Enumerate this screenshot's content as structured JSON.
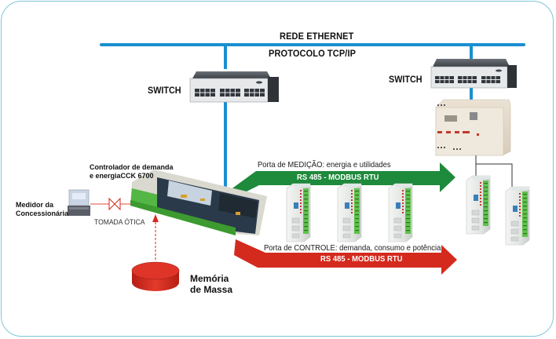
{
  "network": {
    "title": "REDE ETHERNET",
    "protocol": "PROTOCOLO TCP/IP"
  },
  "switches": [
    {
      "label": "SWITCH"
    },
    {
      "label": "SWITCH"
    }
  ],
  "controller": {
    "label_line1": "Controlador de demanda",
    "label_line2": "e energiaCCK 6700"
  },
  "meter": {
    "label_line1": "Medidor da",
    "label_line2": "Concessionária"
  },
  "optical_port": {
    "label": "TOMADA ÓTICA"
  },
  "memory": {
    "label_line1": "Memória",
    "label_line2": "de Massa"
  },
  "ports": [
    {
      "label": "Porta de MEDIÇÃO: energia e utilidades",
      "bus": "RS 485 - MODBUS RTU",
      "color": "#1e8a3c"
    },
    {
      "label": "Porta de CONTROLE: demanda, consumo e potência",
      "bus": "RS 485 - MODBUS RTU",
      "color": "#d42a1e"
    }
  ],
  "colors": {
    "ethernet": "#1a8fd0",
    "frame": "#7fc6d8",
    "measurement_arrow": "#1e8a3c",
    "control_arrow": "#d42a1e",
    "memory_disk": "#d42a1e"
  }
}
